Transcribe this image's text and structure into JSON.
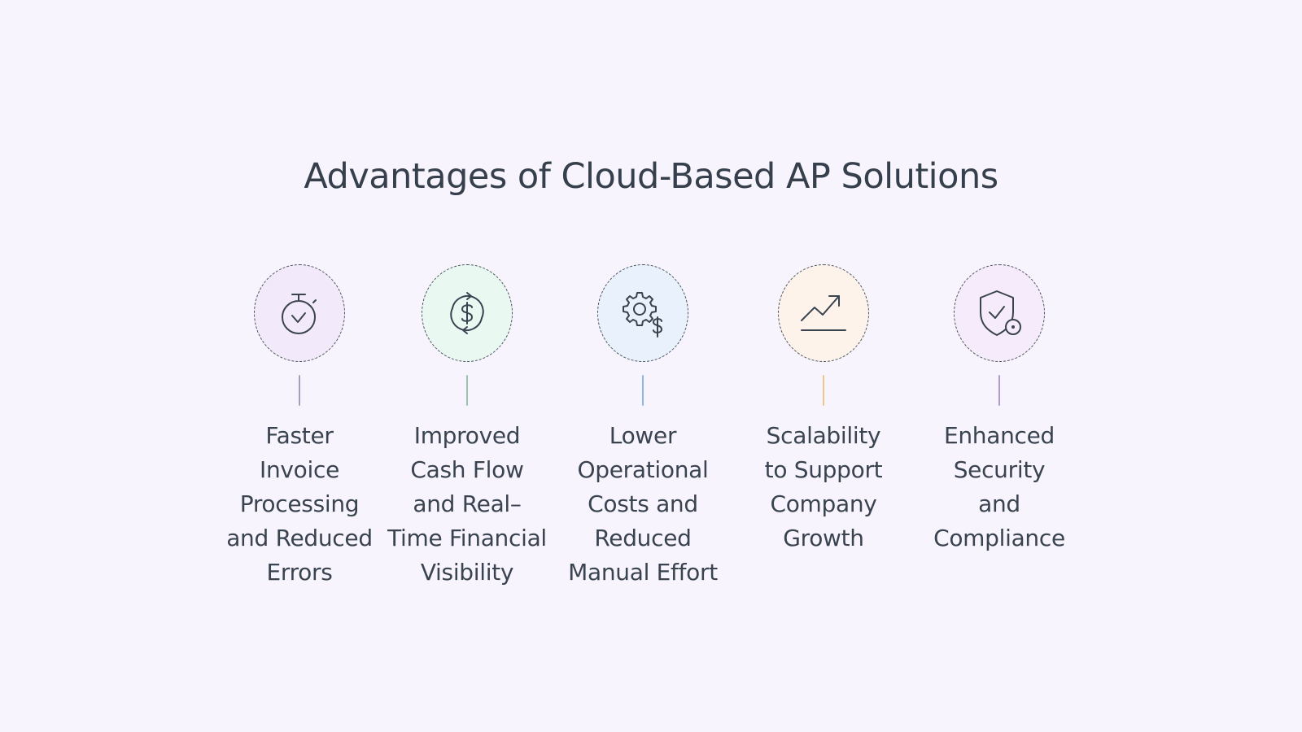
{
  "title": "Advantages of Cloud-Based AP Solutions",
  "items": [
    {
      "label_lines": [
        "Faster",
        "Invoice",
        "Processing",
        "and Reduced",
        "Errors"
      ],
      "icon": "stopwatch-check-icon",
      "circle_fill": "#f2e9fb",
      "connector_color": "#a99ac7"
    },
    {
      "label_lines": [
        "Improved",
        "Cash Flow",
        "and Real–",
        "Time Financial",
        "Visibility"
      ],
      "icon": "dollar-cycle-icon",
      "circle_fill": "#eaf8f2",
      "connector_color": "#9cc4ac"
    },
    {
      "label_lines": [
        "Lower",
        "Operational",
        "Costs and",
        "Reduced",
        "Manual Effort"
      ],
      "icon": "gear-dollar-icon",
      "circle_fill": "#e9f1fc",
      "connector_color": "#8fb6e0"
    },
    {
      "label_lines": [
        "Scalability",
        "to Support",
        "Company",
        "Growth"
      ],
      "icon": "growth-chart-icon",
      "circle_fill": "#fdf3ea",
      "connector_color": "#eec58c"
    },
    {
      "label_lines": [
        "Enhanced",
        "Security",
        "and",
        "Compliance"
      ],
      "icon": "shield-check-icon",
      "circle_fill": "#f6ebfa",
      "connector_color": "#b09cc8"
    }
  ]
}
